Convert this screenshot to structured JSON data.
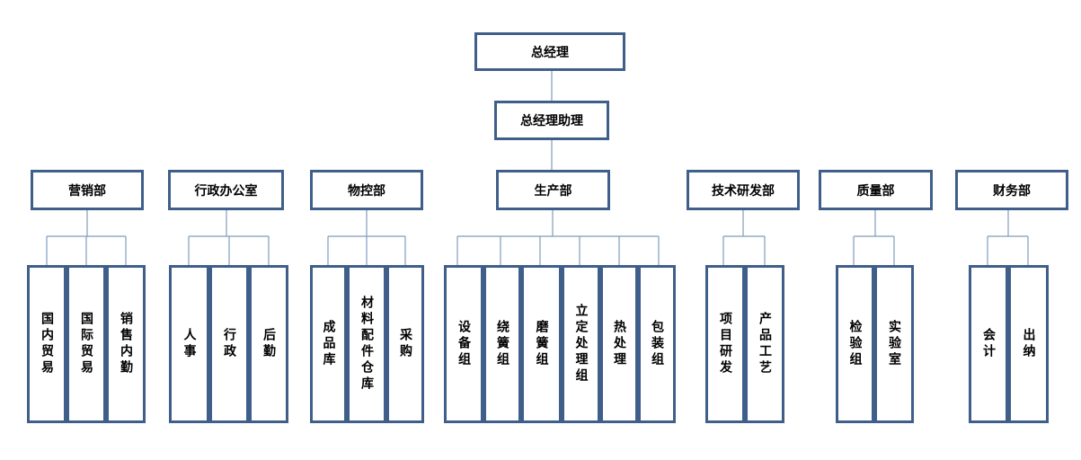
{
  "colors": {
    "border": "#3f5f8a",
    "line": "#7f9dbb"
  },
  "root": {
    "name": "总经理"
  },
  "assistant": {
    "name": "总经理助理"
  },
  "departments": [
    {
      "name": "营销部",
      "teams": [
        "国内贸易",
        "国际贸易",
        "销售内勤"
      ]
    },
    {
      "name": "行政办公室",
      "teams": [
        "人事",
        "行政",
        "后勤"
      ]
    },
    {
      "name": "物控部",
      "teams": [
        "成品库",
        "材料配件仓库",
        "采购"
      ]
    },
    {
      "name": "生产部",
      "teams": [
        "设备组",
        "绕簧组",
        "磨簧组",
        "立定处理组",
        "热处理",
        "包装组"
      ]
    },
    {
      "name": "技术研发部",
      "teams": [
        "项目研发",
        "产品工艺"
      ]
    },
    {
      "name": "质量部",
      "teams": [
        "检验组",
        "实验室"
      ]
    },
    {
      "name": "财务部",
      "teams": [
        "会计",
        "出纳"
      ]
    }
  ]
}
